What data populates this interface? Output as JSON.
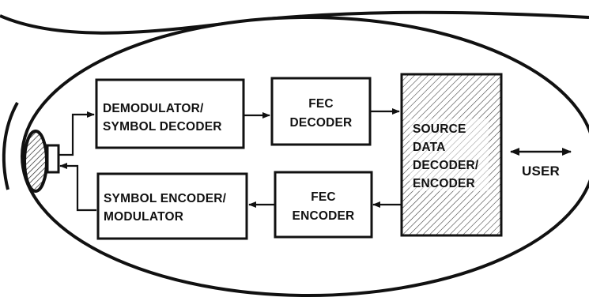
{
  "blocks": {
    "demodulator": [
      "DEMODULATOR/",
      "SYMBOL DECODER"
    ],
    "fec_decoder": [
      "FEC",
      "DECODER"
    ],
    "source": [
      "SOURCE",
      "DATA",
      "DECODER/",
      "ENCODER"
    ],
    "symbol_encoder": [
      "SYMBOL ENCODER/",
      "MODULATOR"
    ],
    "fec_encoder": [
      "FEC",
      "ENCODER"
    ]
  },
  "user_label": "USER",
  "colors": {
    "ink": "#111111",
    "background": "#ffffff"
  }
}
